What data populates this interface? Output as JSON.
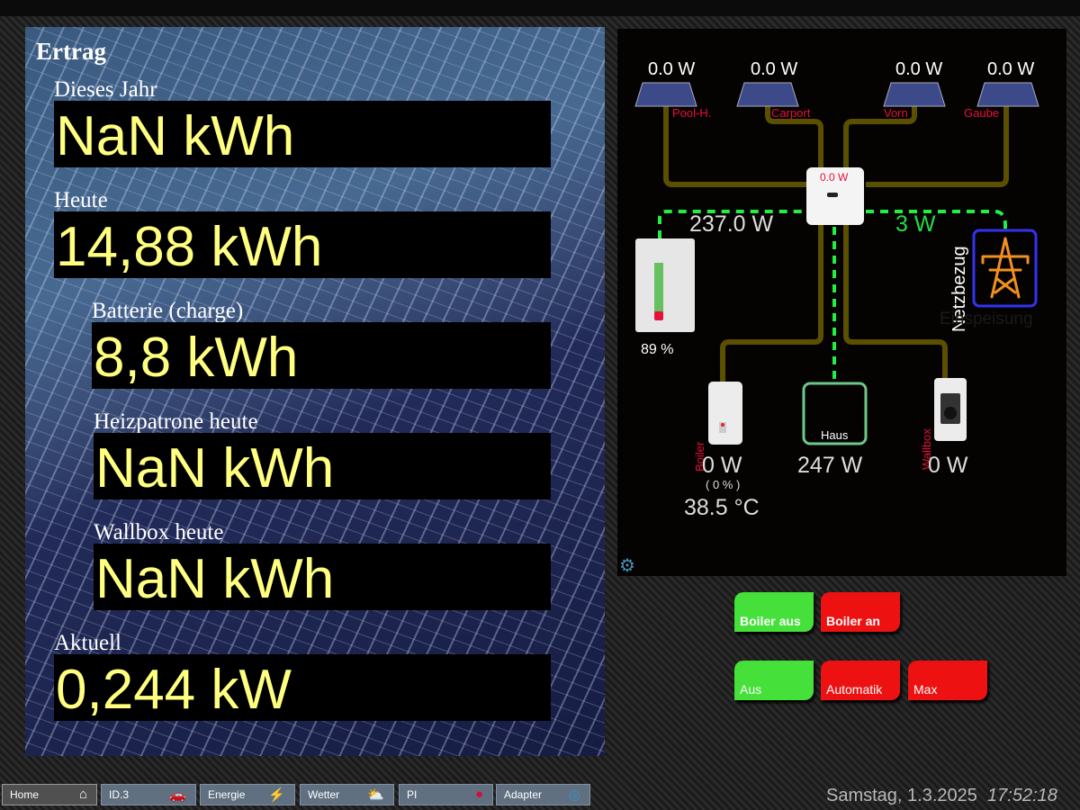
{
  "ertrag": {
    "title": "Ertrag",
    "items": [
      {
        "label": "Dieses Jahr",
        "value": "NaN kWh"
      },
      {
        "label": "Heute",
        "value": "14,88 kWh"
      },
      {
        "label": "Batterie (charge)",
        "value": "8,8 kWh"
      },
      {
        "label": "Heizpatrone heute",
        "value": "NaN kWh"
      },
      {
        "label": "Wallbox heute",
        "value": "NaN kWh"
      },
      {
        "label": "Aktuell",
        "value": "0,244 kW"
      }
    ]
  },
  "flow": {
    "pv": [
      {
        "name": "Pool-H.",
        "power": "0.0 W"
      },
      {
        "name": "Carport",
        "power": "0.0 W"
      },
      {
        "name": "Vorn",
        "power": "0.0 W"
      },
      {
        "name": "Gaube",
        "power": "0.0 W"
      }
    ],
    "inverter_power": "0.0 W",
    "battery_power": "237.0 W",
    "battery_soc": "89 %",
    "battery_soc_value": 89,
    "grid_power": "3 W",
    "grid_label": "Netzbezug",
    "grid_label_alt": "Einspeisung",
    "boiler": {
      "name": "Boiler",
      "power": "0 W",
      "percent": "( 0 % )",
      "temp": "38.5 °C"
    },
    "house": {
      "name": "Haus",
      "power": "247 W"
    },
    "wallbox": {
      "name": "Wallbox",
      "power": "0 W"
    }
  },
  "controls": {
    "boiler_off": "Boiler aus",
    "boiler_on": "Boiler an",
    "aus": "Aus",
    "automatik": "Automatik",
    "max": "Max"
  },
  "nav": [
    {
      "label": "Home",
      "icon": "home-icon"
    },
    {
      "label": "ID.3",
      "icon": "car-icon"
    },
    {
      "label": "Energie",
      "icon": "lightning-icon"
    },
    {
      "label": "Wetter",
      "icon": "weather-icon"
    },
    {
      "label": "PI",
      "icon": "raspberry-icon"
    },
    {
      "label": "Adapter",
      "icon": "adapter-icon"
    }
  ],
  "datetime": {
    "date": "Samstag, 1.3.2025",
    "time": "17:52:18"
  },
  "colors": {
    "value_text": "#ffff80",
    "green_button": "#45e03a",
    "red_button": "#ee1111",
    "flow_dash": "#22ee44",
    "wire": "#5a5000"
  }
}
